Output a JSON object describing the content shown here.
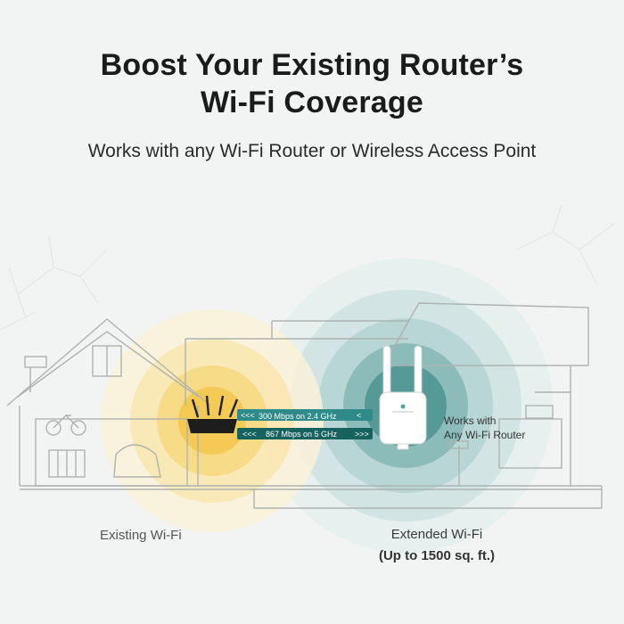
{
  "heading": {
    "line1": "Boost Your Existing Router’s",
    "line2": "Wi-Fi Coverage",
    "subtitle": "Works with any Wi-Fi Router or Wireless Access Point"
  },
  "links": {
    "speed_24": "300 Mbps on 2.4 GHz",
    "speed_5": "867 Mbps on 5 GHz"
  },
  "extender": {
    "note_line1": "Works with",
    "note_line2": "Any Wi-Fi Router"
  },
  "zones": {
    "existing": "Existing Wi-Fi",
    "extended_line1": "Extended Wi-Fi",
    "extended_line2": "(Up to 1500 sq. ft.)"
  },
  "colors": {
    "existing_glow": "#f6c94a",
    "extended_glow": "#2f8f8a",
    "house_line": "#b9bdbb"
  }
}
